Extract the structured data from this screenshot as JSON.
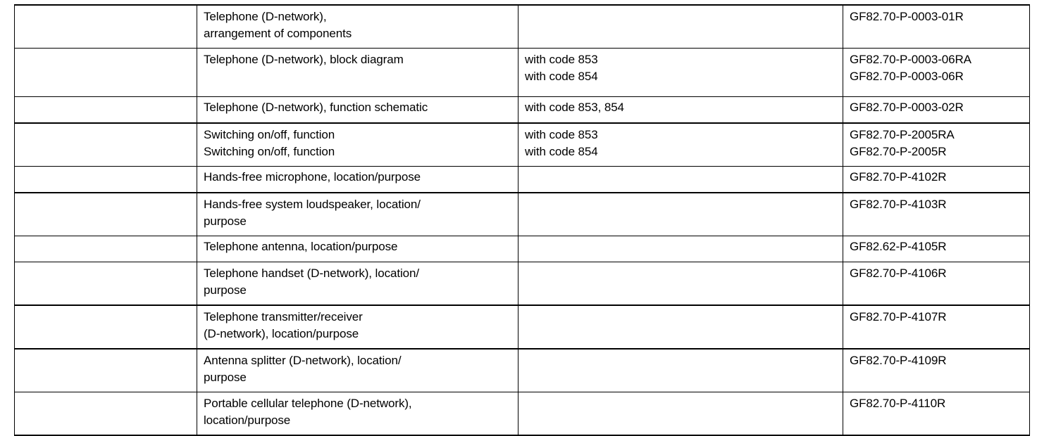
{
  "document": {
    "type": "reference-table",
    "columns": [
      {
        "key": "index",
        "header": ""
      },
      {
        "key": "title",
        "header": ""
      },
      {
        "key": "code",
        "header": ""
      },
      {
        "key": "docnum",
        "header": ""
      }
    ]
  },
  "rows": [
    {
      "index": "",
      "title_lines": [
        "Telephone (D-network),",
        "arrangement of components"
      ],
      "code_lines": [],
      "docnum_lines": [
        "GF82.70-P-0003-01R"
      ]
    },
    {
      "index": "",
      "title_lines": [
        "Telephone (D-network), block diagram"
      ],
      "code_lines": [
        "with code 853",
        "with code 854"
      ],
      "docnum_lines": [
        "GF82.70-P-0003-06RA",
        "GF82.70-P-0003-06R"
      ]
    },
    {
      "index": "",
      "title_lines": [
        "Telephone (D-network), function schematic"
      ],
      "code_lines": [
        "with code 853, 854"
      ],
      "docnum_lines": [
        "GF82.70-P-0003-02R"
      ]
    },
    {
      "index": "",
      "title_lines": [
        "Switching on/off, function",
        "Switching on/off, function"
      ],
      "code_lines": [
        "with code 853",
        "with code 854"
      ],
      "docnum_lines": [
        "GF82.70-P-2005RA",
        "GF82.70-P-2005R"
      ]
    },
    {
      "index": "",
      "title_lines": [
        "Hands-free microphone, location/purpose"
      ],
      "code_lines": [],
      "docnum_lines": [
        "GF82.70-P-4102R"
      ]
    },
    {
      "index": "",
      "title_lines": [
        "Hands-free system loudspeaker, location/",
        "purpose"
      ],
      "code_lines": [],
      "docnum_lines": [
        "GF82.70-P-4103R"
      ]
    },
    {
      "index": "",
      "title_lines": [
        "Telephone antenna, location/purpose"
      ],
      "code_lines": [],
      "docnum_lines": [
        "GF82.62-P-4105R"
      ]
    },
    {
      "index": "",
      "title_lines": [
        "Telephone handset (D-network), location/",
        "purpose"
      ],
      "code_lines": [],
      "docnum_lines": [
        "GF82.70-P-4106R"
      ]
    },
    {
      "index": "",
      "title_lines": [
        "Telephone transmitter/receiver",
        "(D-network), location/purpose"
      ],
      "code_lines": [],
      "docnum_lines": [
        "GF82.70-P-4107R"
      ]
    },
    {
      "index": "",
      "title_lines": [
        "Antenna splitter (D-network), location/",
        "purpose"
      ],
      "code_lines": [],
      "docnum_lines": [
        "GF82.70-P-4109R"
      ]
    },
    {
      "index": "",
      "title_lines": [
        "Portable cellular telephone (D-network),",
        "location/purpose"
      ],
      "code_lines": [],
      "docnum_lines": [
        "GF82.70-P-4110R"
      ]
    }
  ],
  "style": {
    "border_color": "#000000",
    "text_color": "#000000",
    "background": "#ffffff"
  }
}
